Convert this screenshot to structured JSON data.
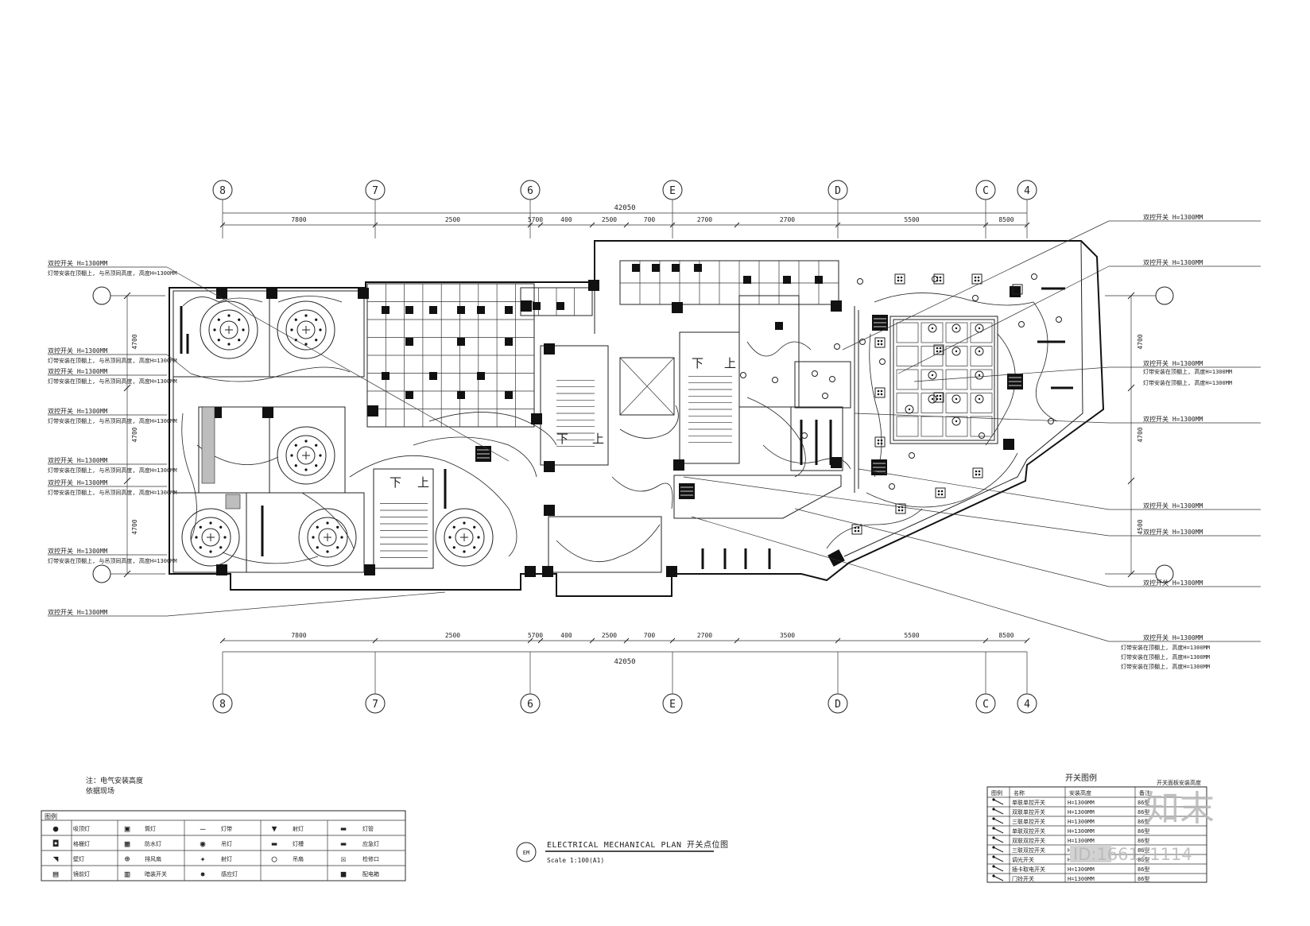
{
  "grid": {
    "top_labels": [
      "8",
      "7",
      "6",
      "E",
      "D",
      "C",
      "4"
    ],
    "bottom_labels": [
      "8",
      "7",
      "6",
      "E",
      "D",
      "C",
      "4"
    ],
    "top_total": "42050",
    "bottom_total": "42050",
    "top_dims": [
      "7800",
      "2500",
      "5700",
      "400",
      "2500",
      "700",
      "2700",
      "2700",
      "5500",
      "8500"
    ],
    "bottom_dims": [
      "7800",
      "2500",
      "5700",
      "400",
      "2500",
      "700",
      "2700",
      "3500",
      "5500",
      "8500"
    ],
    "left_dims": [
      "4700",
      "4700",
      "4700"
    ],
    "right_dims": [
      "4700",
      "4700",
      "4500"
    ]
  },
  "stairs": [
    {
      "down": "下",
      "up": "上"
    },
    {
      "down": "下",
      "up": "上"
    },
    {
      "down": "下",
      "up": "上"
    }
  ],
  "left_callouts": [
    "双控开关 H=1300MM",
    "双控开关 H=1300MM",
    "双控开关 H=1300MM",
    "双控开关 H=1300MM",
    "双控开关 H=1300MM",
    "双控开关 H=1300MM",
    "双控开关 H=1300MM",
    "双控开关 H=1300MM"
  ],
  "right_callouts": [
    "双控开关 H=1300MM",
    "双控开关 H=1300MM",
    "双控开关 H=1300MM",
    "双控开关 H=1300MM",
    "双控开关 H=1300MM",
    "双控开关 H=1300MM",
    "双控开关 H=1300MM",
    "双控开关 H=1300MM"
  ],
  "notes": [
    "注：电气安装高度",
    "依据现场"
  ],
  "left_legend": {
    "header": "图例",
    "rows": [
      [
        "●",
        "吸顶灯",
        "▣",
        "筒灯",
        "—",
        "灯带",
        "▼",
        "射灯",
        "▬",
        "灯管"
      ],
      [
        "◘",
        "格栅灯",
        "▦",
        "防水灯",
        "◉",
        "吊灯",
        "▬",
        "灯槽",
        "▬",
        "应急灯"
      ],
      [
        "◥",
        "壁灯",
        "⊕",
        "排风扇",
        "✦",
        "射灯",
        "◯",
        "吊扇",
        "☒",
        "检修口"
      ],
      [
        "▤",
        "镜前灯",
        "▥",
        "暗装开关",
        "✸",
        "感应灯",
        "",
        "",
        "■",
        "配电箱"
      ]
    ]
  },
  "title": {
    "badge": "EM",
    "main": "ELECTRICAL MECHANICAL PLAN 开关点位图",
    "scale": "Scale 1:100(A1)"
  },
  "right_legend": {
    "heading": "开关图例",
    "note": "开关面板安装高度",
    "columns": [
      "图例",
      "名称",
      "安装高度",
      "备注"
    ],
    "rows": [
      [
        "单联单控开关",
        "H=1300MM",
        "86型"
      ],
      [
        "双联单控开关",
        "H=1300MM",
        "86型"
      ],
      [
        "三联单控开关",
        "H=1300MM",
        "86型"
      ],
      [
        "单联双控开关",
        "H=1300MM",
        "86型"
      ],
      [
        "双联双控开关",
        "H=1300MM",
        "86型"
      ],
      [
        "三联双控开关",
        "H=1300MM",
        "86型"
      ],
      [
        "调光开关",
        "H=1300MM",
        "86型"
      ],
      [
        "插卡取电开关",
        "H=1300MM",
        "86型"
      ],
      [
        "门铃开关",
        "H=1300MM",
        "86型"
      ]
    ]
  },
  "watermark": {
    "brand": "知末",
    "id": "ID:166121114"
  }
}
